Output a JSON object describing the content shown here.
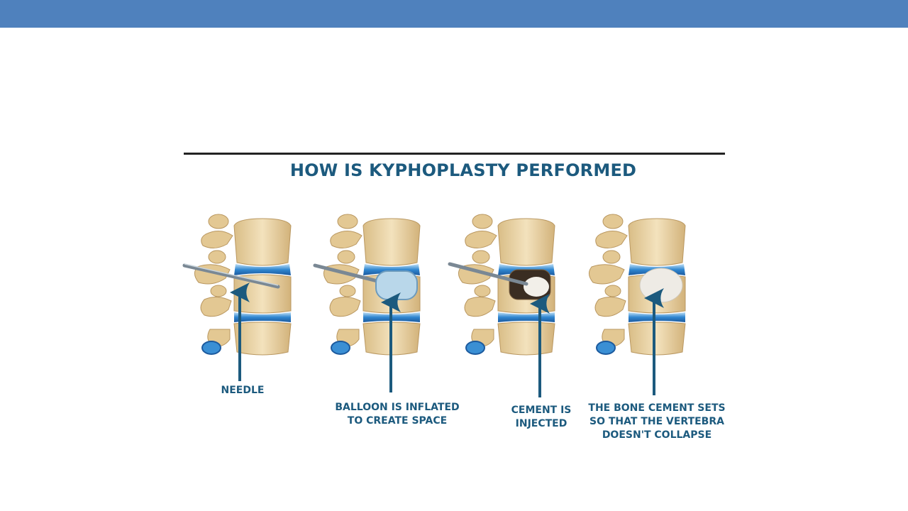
{
  "title": "HOW IS KYPHOPLASTY PERFORMED",
  "colors": {
    "header_bar": "#4f81bd",
    "title_text": "#1c5a7e",
    "bone": "#ecd6a8",
    "disc": "#3a8fd4",
    "arrow": "#1c5a7e"
  },
  "steps": [
    {
      "label_lines": [
        "NEEDLE"
      ],
      "item": "needle"
    },
    {
      "label_lines": [
        "BALLOON IS INFLATED",
        "TO CREATE SPACE"
      ],
      "item": "balloon"
    },
    {
      "label_lines": [
        "CEMENT IS",
        "INJECTED"
      ],
      "item": "cement"
    },
    {
      "label_lines": [
        "THE BONE CEMENT SETS",
        "SO THAT THE VERTEBRA",
        "DOESN'T COLLAPSE"
      ],
      "item": "set-cement"
    }
  ]
}
